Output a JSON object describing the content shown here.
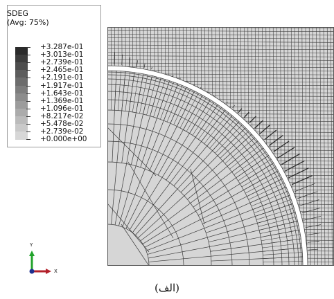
{
  "legend": {
    "title": "SDEG",
    "subtitle": "(Avg: 75%)",
    "values": [
      "+3.287e-01",
      "+3.013e-01",
      "+2.739e-01",
      "+2.465e-01",
      "+2.191e-01",
      "+1.917e-01",
      "+1.643e-01",
      "+1.369e-01",
      "+1.096e-01",
      "+8.217e-02",
      "+5.478e-02",
      "+2.739e-02",
      "+0.000e+00"
    ],
    "colors": [
      "#2b2b2b",
      "#3c3c3c",
      "#4d4d4d",
      "#5d5d5d",
      "#6d6d6d",
      "#7d7d7d",
      "#8c8c8c",
      "#9c9c9c",
      "#ababab",
      "#bbbbbb",
      "#c9c9c9",
      "#d7d7d7"
    ]
  },
  "model": {
    "fill_color": "#d6d6d6",
    "mesh_line_color": "#3a3a3a",
    "damage_color": "#2a2a2a"
  },
  "triad": {
    "y_label": "Y",
    "x_label": "X",
    "y_color": "#21a32b",
    "x_color": "#b3202a",
    "origin_color": "#1e2f8f"
  },
  "caption": "(الف)"
}
